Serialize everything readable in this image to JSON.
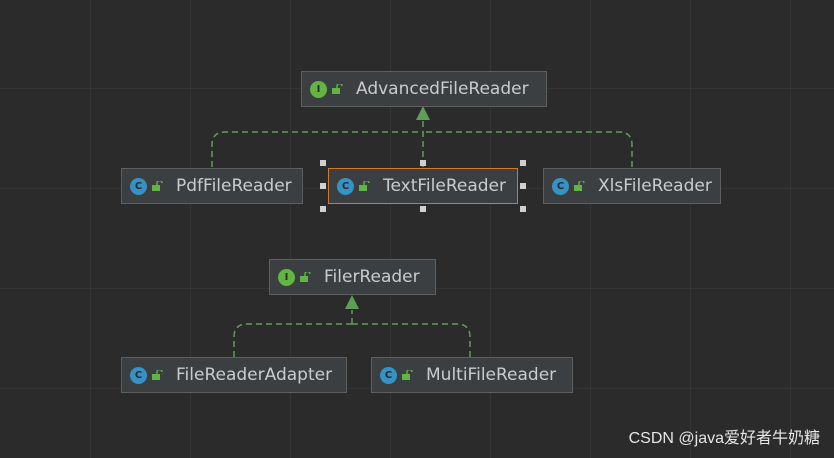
{
  "diagram": {
    "nodes": {
      "advanced_file_reader": {
        "label": "AdvancedFileReader",
        "kind": "I"
      },
      "pdf_file_reader": {
        "label": "PdfFileReader",
        "kind": "C"
      },
      "text_file_reader": {
        "label": "TextFileReader",
        "kind": "C"
      },
      "xls_file_reader": {
        "label": "XlsFileReader",
        "kind": "C"
      },
      "filer_reader": {
        "label": "FilerReader",
        "kind": "I"
      },
      "file_reader_adapter": {
        "label": "FileReaderAdapter",
        "kind": "C"
      },
      "multi_file_reader": {
        "label": "MultiFileReader",
        "kind": "C"
      }
    },
    "edge_color": "#5f9e57",
    "selected_color": "#c97b30"
  },
  "watermark": "CSDN @java爱好者牛奶糖"
}
